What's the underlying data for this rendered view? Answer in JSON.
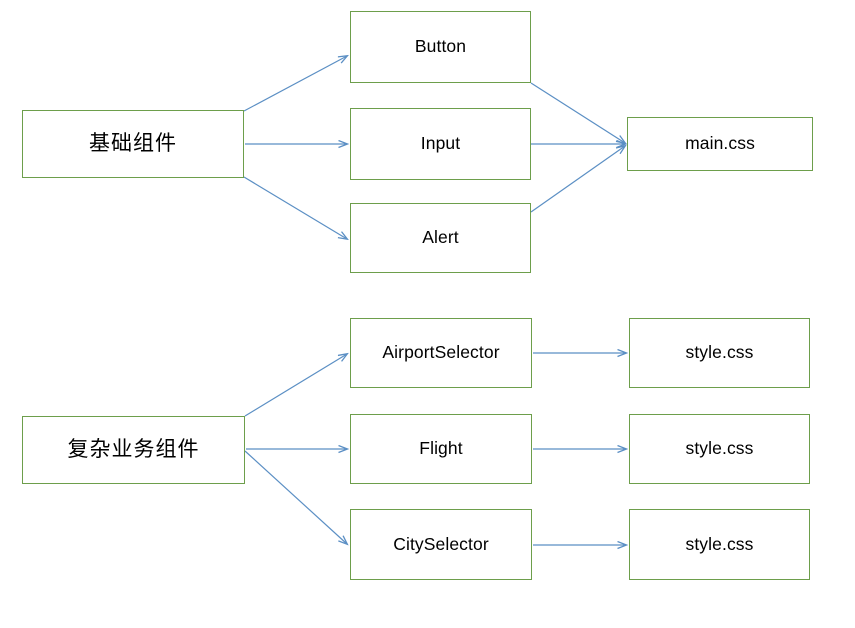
{
  "diagram": {
    "title": "component-to-stylesheet dependency diagram",
    "colors": {
      "node_border": "#6d9e4b",
      "node_fill": "#ffffff",
      "edge": "#5b8fc4",
      "text": "#000000",
      "background": "#ffffff"
    },
    "groups": [
      {
        "id": "basic",
        "source": {
          "id": "basic-components",
          "label": "基础组件",
          "script": "cjk"
        },
        "middle": [
          {
            "id": "button",
            "label": "Button",
            "script": "latin"
          },
          {
            "id": "input",
            "label": "Input",
            "script": "latin"
          },
          {
            "id": "alert",
            "label": "Alert",
            "script": "latin"
          }
        ],
        "targets": [
          {
            "id": "main-css",
            "label": "main.css",
            "script": "latin"
          }
        ]
      },
      {
        "id": "business",
        "source": {
          "id": "business-components",
          "label": "复杂业务组件",
          "script": "cjk"
        },
        "middle": [
          {
            "id": "airport-selector",
            "label": "AirportSelector",
            "script": "latin"
          },
          {
            "id": "flight",
            "label": "Flight",
            "script": "latin"
          },
          {
            "id": "city-selector",
            "label": "CitySelector",
            "script": "latin"
          }
        ],
        "targets": [
          {
            "id": "style-css-1",
            "label": "style.css",
            "script": "latin"
          },
          {
            "id": "style-css-2",
            "label": "style.css",
            "script": "latin"
          },
          {
            "id": "style-css-3",
            "label": "style.css",
            "script": "latin"
          }
        ]
      }
    ],
    "nodes": {
      "basic_components": {
        "label": "基础组件"
      },
      "button": {
        "label": "Button"
      },
      "input": {
        "label": "Input"
      },
      "alert": {
        "label": "Alert"
      },
      "main_css": {
        "label": "main.css"
      },
      "business_components": {
        "label": "复杂业务组件"
      },
      "airport_selector": {
        "label": "AirportSelector"
      },
      "flight": {
        "label": "Flight"
      },
      "city_selector": {
        "label": "CitySelector"
      },
      "style_css_1": {
        "label": "style.css"
      },
      "style_css_2": {
        "label": "style.css"
      },
      "style_css_3": {
        "label": "style.css"
      }
    },
    "edges": [
      {
        "from": "基础组件",
        "to": "Button"
      },
      {
        "from": "基础组件",
        "to": "Input"
      },
      {
        "from": "基础组件",
        "to": "Alert"
      },
      {
        "from": "Button",
        "to": "main.css"
      },
      {
        "from": "Input",
        "to": "main.css"
      },
      {
        "from": "Alert",
        "to": "main.css"
      },
      {
        "from": "复杂业务组件",
        "to": "AirportSelector"
      },
      {
        "from": "复杂业务组件",
        "to": "Flight"
      },
      {
        "from": "复杂业务组件",
        "to": "CitySelector"
      },
      {
        "from": "AirportSelector",
        "to": "style.css"
      },
      {
        "from": "Flight",
        "to": "style.css"
      },
      {
        "from": "CitySelector",
        "to": "style.css"
      }
    ]
  }
}
